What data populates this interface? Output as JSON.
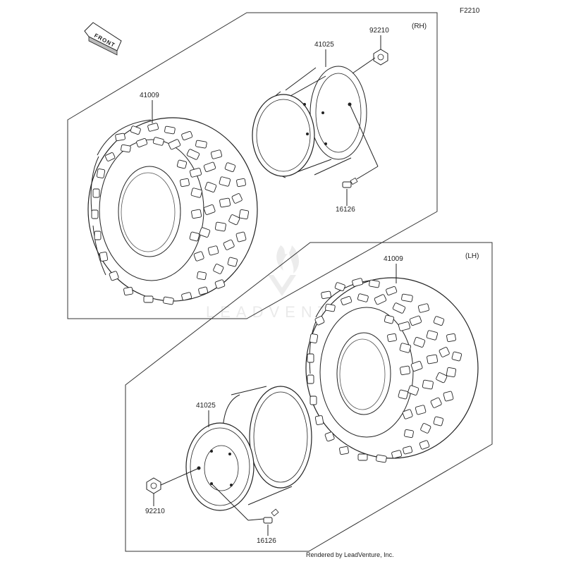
{
  "diagram": {
    "figure_code": "F2210",
    "front_label": "FRONT",
    "watermark": "LEADVENTURE",
    "footer": "Rendered by LeadVenture, Inc.",
    "rh_group": {
      "side": "(RH)",
      "tire": "41009",
      "wheel": "41025",
      "nut": "92210",
      "valve": "16126"
    },
    "lh_group": {
      "side": "(LH)",
      "tire": "41009",
      "wheel": "41025",
      "nut": "92210",
      "valve": "16126"
    }
  }
}
